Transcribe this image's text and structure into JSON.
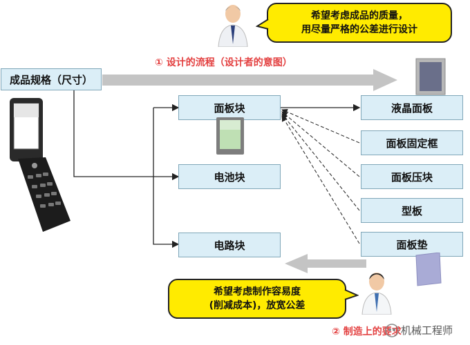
{
  "designer_bubble": {
    "line1": "希望考虑成品的质量，",
    "line2": "用尽量严格的公差进行设计"
  },
  "design_flow_label": "① 设计的流程（设计者的意图）",
  "product_spec": "成品规格（尺寸）",
  "blocks": {
    "panel": "面板块",
    "battery": "电池块",
    "circuit": "电路块"
  },
  "parts": [
    "液晶面板",
    "面板固定框",
    "面板压块",
    "型板",
    "面板垫"
  ],
  "manufacturing_bubble": {
    "line1": "希望考虑制作容易度",
    "line2": "(削减成本)，放宽公差"
  },
  "manufacturing_label": "② 制造上的要求",
  "watermark": "机械工程师",
  "colors": {
    "box_fill": "#dbeef7",
    "box_border": "#7fa6b8",
    "bubble": "#ffeb00",
    "accent_text": "#e34040",
    "flow_arrow": "#c8c8c8"
  }
}
